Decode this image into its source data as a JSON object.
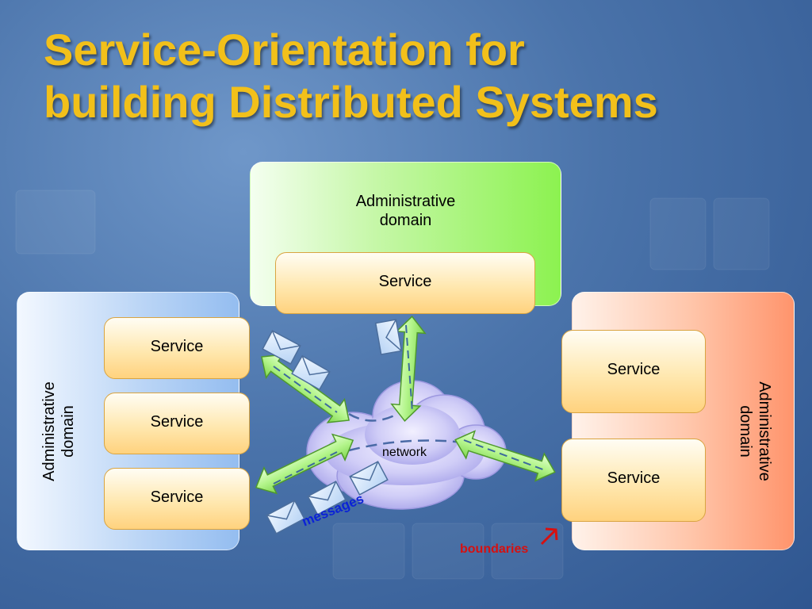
{
  "slide": {
    "title_line1": "Service-Orientation for",
    "title_line2": "building Distributed Systems"
  },
  "domains": {
    "left": {
      "label_line1": "Administrative",
      "label_line2": "domain",
      "services": [
        "Service",
        "Service",
        "Service"
      ]
    },
    "top": {
      "label_line1": "Administrative",
      "label_line2": "domain",
      "services": [
        "Service"
      ]
    },
    "right": {
      "label_line1": "Administrative",
      "label_line2": "domain",
      "services": [
        "Service",
        "Service"
      ]
    }
  },
  "labels": {
    "network": "network",
    "messages": "messages",
    "boundaries": "boundaries"
  },
  "colors": {
    "title": "#f2c01a",
    "left_domain": "#94bdf0",
    "top_domain": "#8cf250",
    "right_domain": "#ff946c",
    "service": "#ffd27e",
    "cloud": "#c9c7f5",
    "arrow": "#a6f07a",
    "messages_label": "#0b22d6",
    "boundaries_label": "#d61010"
  }
}
